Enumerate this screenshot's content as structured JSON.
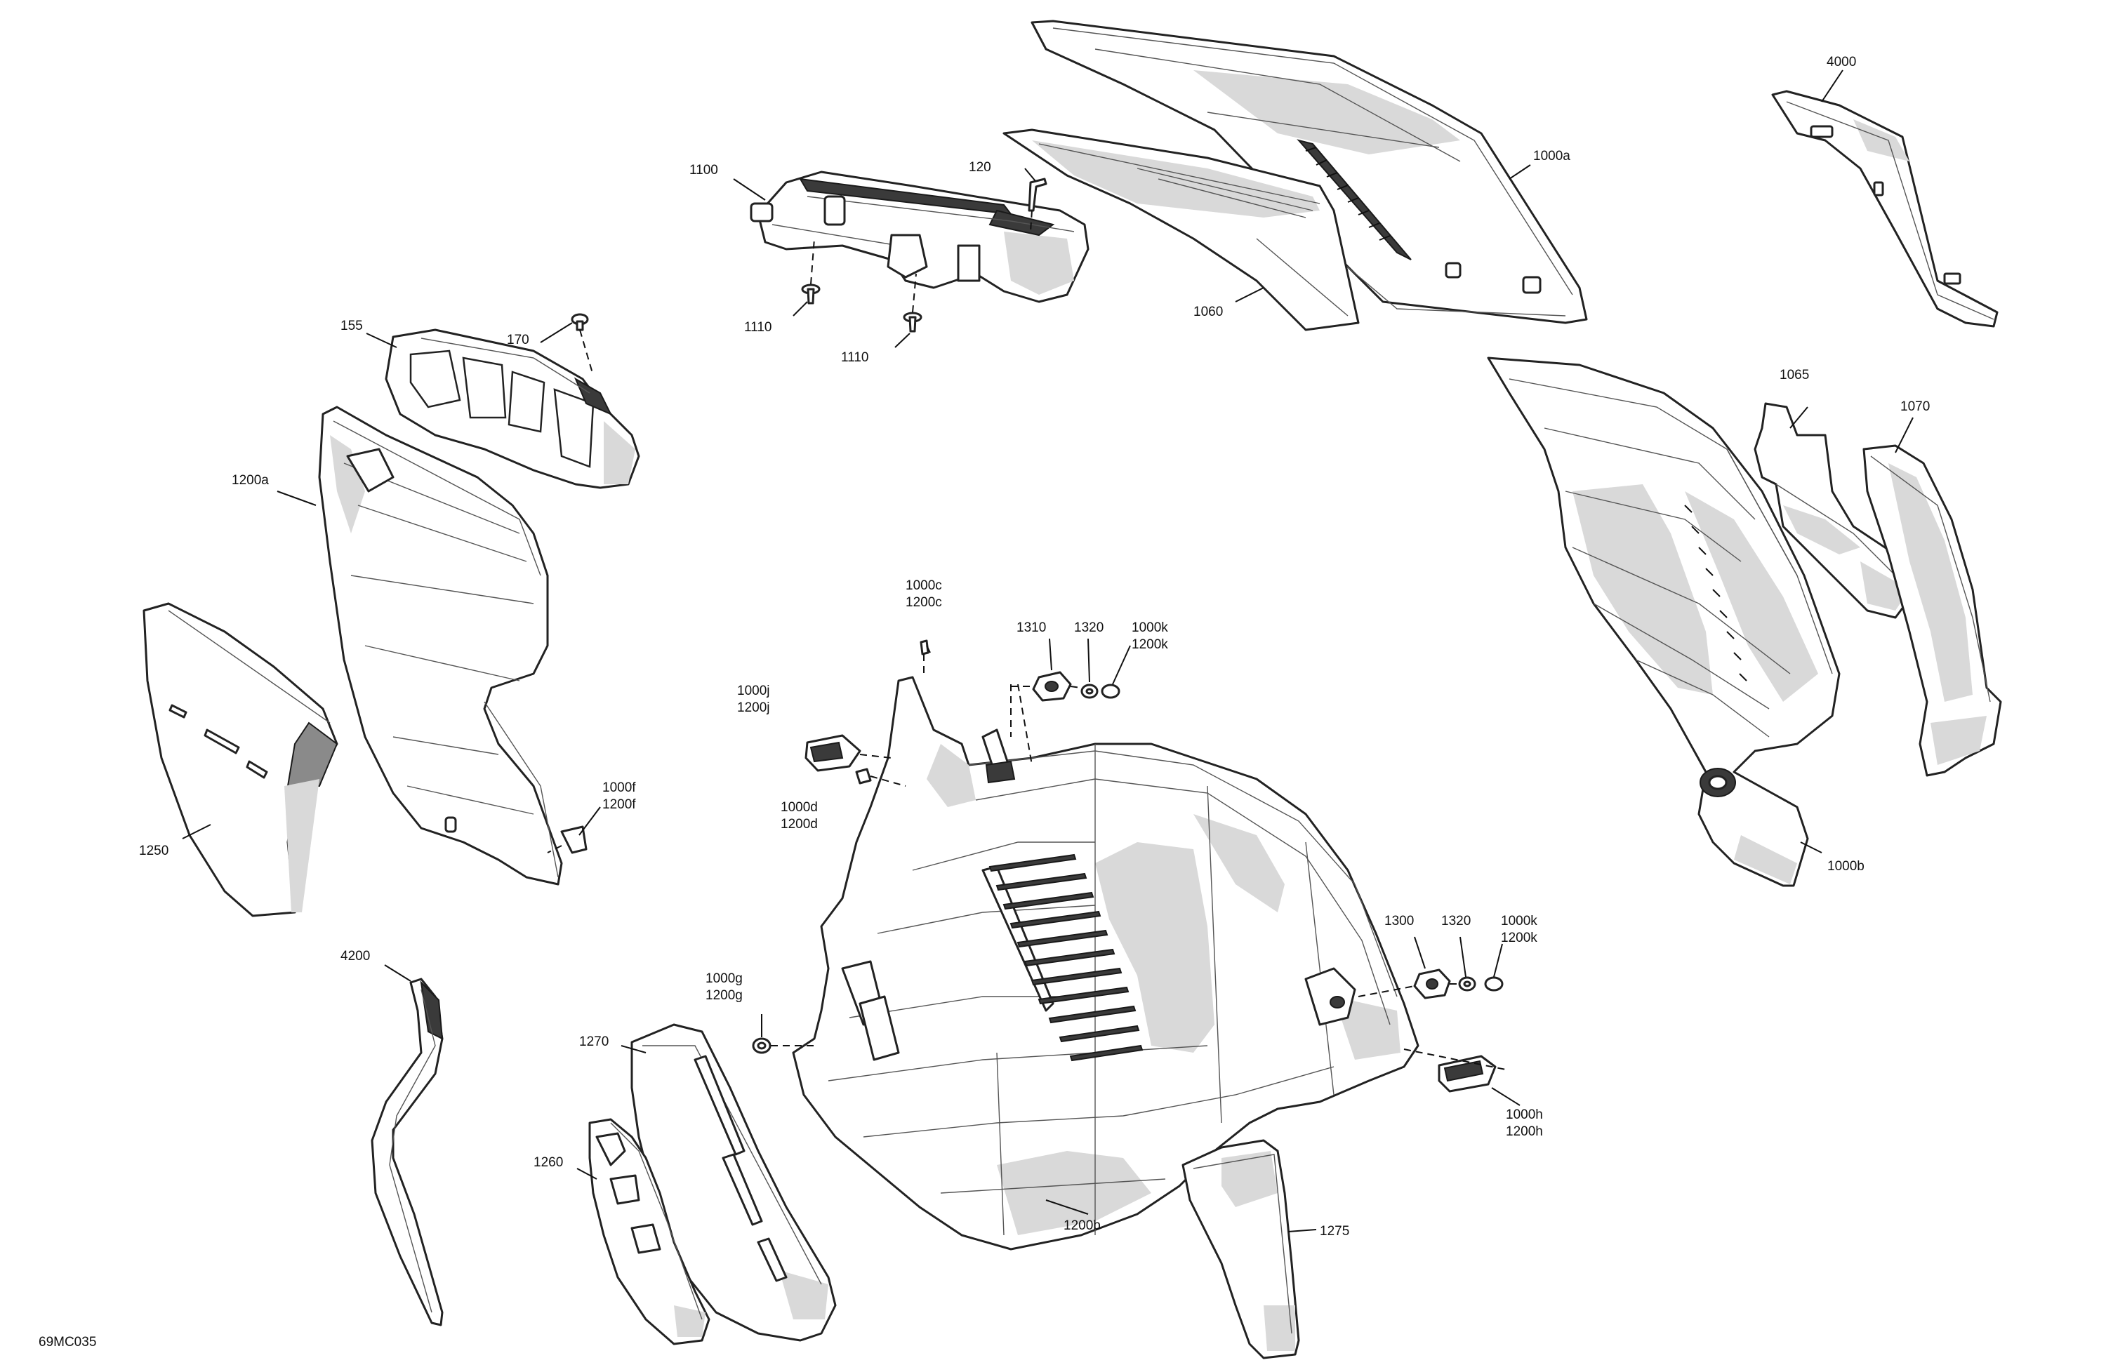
{
  "diagram_code": "69MC035",
  "colors": {
    "line": "#222222",
    "shade": "#d9d9d9",
    "background": "#ffffff"
  },
  "labels": {
    "l4000": "4000",
    "l1000a": "1000a",
    "l1100": "1100",
    "l120": "120",
    "l1110a": "1110",
    "l1110b": "1110",
    "l1060": "1060",
    "l155": "155",
    "l170": "170",
    "l1200a": "1200a",
    "l1065": "1065",
    "l1070": "1070",
    "l1000b": "1000b",
    "l1000c": "1000c",
    "l1200c": "1200c",
    "l1310": "1310",
    "l1320a": "1320",
    "l1000k_a": "1000k",
    "l1200k_a": "1200k",
    "l1000j": "1000j",
    "l1200j": "1200j",
    "l1000d": "1000d",
    "l1200d": "1200d",
    "l1000f": "1000f",
    "l1200f": "1200f",
    "l1250": "1250",
    "l4200": "4200",
    "l1300": "1300",
    "l1320b": "1320",
    "l1000k_b": "1000k",
    "l1200k_b": "1200k",
    "l1000g": "1000g",
    "l1200g": "1200g",
    "l1270": "1270",
    "l1000h": "1000h",
    "l1200h": "1200h",
    "l1260": "1260",
    "l1200b": "1200b",
    "l1275": "1275"
  }
}
